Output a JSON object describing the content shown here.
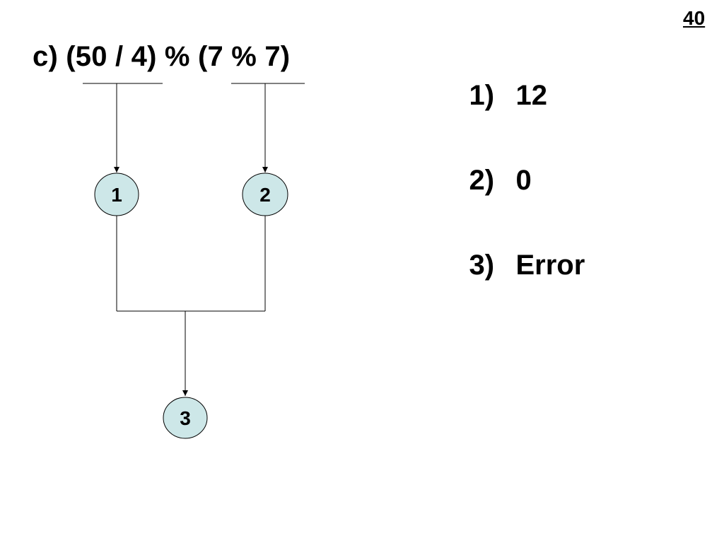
{
  "page_number": "40",
  "expression": "c) (50 / 4) % (7 % 7)",
  "diagram": {
    "nodes": [
      {
        "label": "1"
      },
      {
        "label": "2"
      },
      {
        "label": "3"
      }
    ],
    "colors": {
      "node_fill": "#cde7e8",
      "stroke": "#000000"
    }
  },
  "options": [
    {
      "number": "1)",
      "text": "12"
    },
    {
      "number": "2)",
      "text": "0"
    },
    {
      "number": "3)",
      "text": "Error"
    }
  ]
}
